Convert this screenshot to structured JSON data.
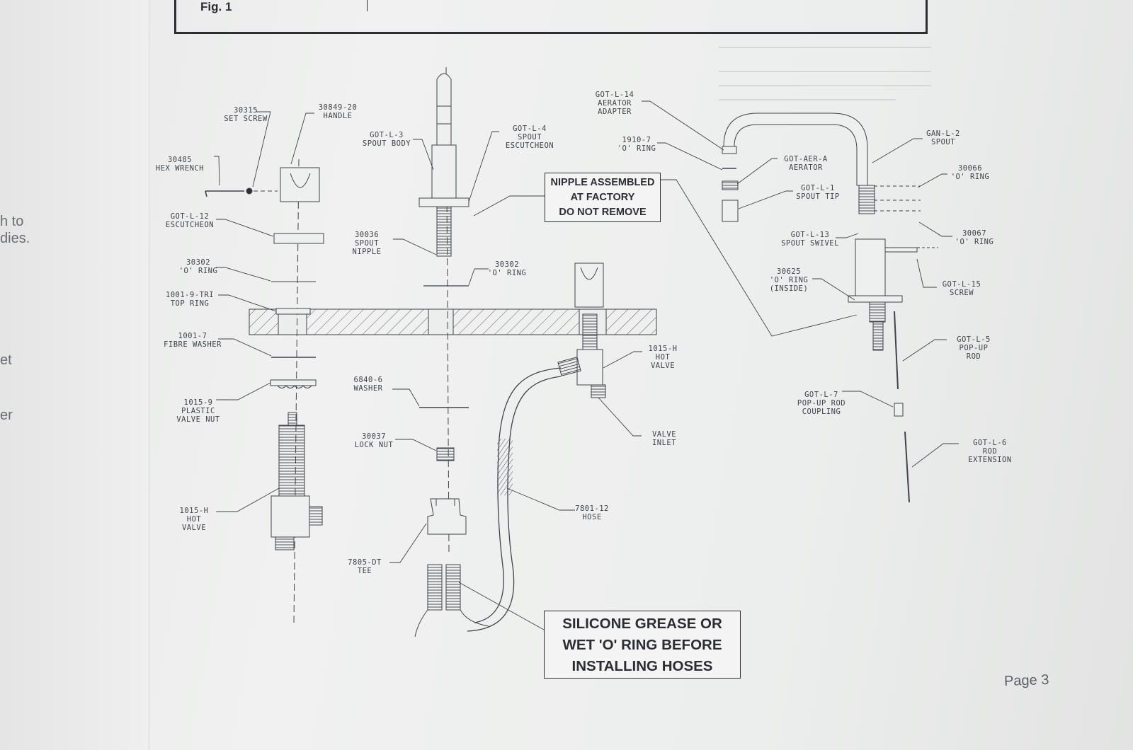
{
  "figure": {
    "label": "Fig. 1"
  },
  "left_page_fragments": [
    "h to",
    "dies.",
    "et",
    "er"
  ],
  "parts": [
    {
      "id": "set-screw",
      "lines": [
        "30315",
        "SET SCREW"
      ]
    },
    {
      "id": "handle",
      "lines": [
        "30849-20",
        "HANDLE"
      ]
    },
    {
      "id": "hex-wrench",
      "lines": [
        "30485",
        "HEX WRENCH"
      ]
    },
    {
      "id": "escutcheon",
      "lines": [
        "GOT-L-12",
        "ESCUTCHEON"
      ]
    },
    {
      "id": "o-ring-30302-left",
      "lines": [
        "30302",
        "'O' RING"
      ]
    },
    {
      "id": "top-ring",
      "lines": [
        "1001-9-TRI",
        "TOP RING"
      ]
    },
    {
      "id": "fibre-washer",
      "lines": [
        "1001-7",
        "FIBRE WASHER"
      ]
    },
    {
      "id": "plastic-valve-nut",
      "lines": [
        "1015-9",
        "PLASTIC",
        "VALVE NUT"
      ]
    },
    {
      "id": "hot-valve-left",
      "lines": [
        "1015-H",
        "HOT",
        "VALVE"
      ]
    },
    {
      "id": "spout-body",
      "lines": [
        "GOT-L-3",
        "SPOUT BODY"
      ]
    },
    {
      "id": "spout-escutcheon",
      "lines": [
        "GOT-L-4",
        "SPOUT",
        "ESCUTCHEON"
      ]
    },
    {
      "id": "spout-nipple",
      "lines": [
        "30036",
        "SPOUT",
        "NIPPLE"
      ]
    },
    {
      "id": "o-ring-30302-mid",
      "lines": [
        "30302",
        "'O' RING"
      ]
    },
    {
      "id": "washer",
      "lines": [
        "6840-6",
        "WASHER"
      ]
    },
    {
      "id": "lock-nut",
      "lines": [
        "30037",
        "LOCK NUT"
      ]
    },
    {
      "id": "tee",
      "lines": [
        "7805-DT",
        "TEE"
      ]
    },
    {
      "id": "hot-valve-right",
      "lines": [
        "1015-H",
        "HOT",
        "VALVE"
      ]
    },
    {
      "id": "valve-inlet",
      "lines": [
        "VALVE",
        "INLET"
      ]
    },
    {
      "id": "hose",
      "lines": [
        "7801-12",
        "HOSE"
      ]
    },
    {
      "id": "aerator-adapter",
      "lines": [
        "GOT-L-14",
        "AERATOR",
        "ADAPTER"
      ]
    },
    {
      "id": "o-ring-1910",
      "lines": [
        "1910-7",
        "'O' RING"
      ]
    },
    {
      "id": "aerator",
      "lines": [
        "GOT-AER-A",
        "AERATOR"
      ]
    },
    {
      "id": "spout-tip",
      "lines": [
        "GOT-L-1",
        "SPOUT TIP"
      ]
    },
    {
      "id": "spout",
      "lines": [
        "GAN-L-2",
        "SPOUT"
      ]
    },
    {
      "id": "o-ring-30066",
      "lines": [
        "30066",
        "'O' RING"
      ]
    },
    {
      "id": "o-ring-30067",
      "lines": [
        "30067",
        "'O' RING"
      ]
    },
    {
      "id": "spout-swivel",
      "lines": [
        "GOT-L-13",
        "SPOUT SWIVEL"
      ]
    },
    {
      "id": "o-ring-inside",
      "lines": [
        "30625",
        "'O' RING",
        "(INSIDE)"
      ]
    },
    {
      "id": "screw",
      "lines": [
        "GOT-L-15",
        "SCREW"
      ]
    },
    {
      "id": "pop-up-rod",
      "lines": [
        "GOT-L-5",
        "POP-UP",
        "ROD"
      ]
    },
    {
      "id": "pop-up-rod-coupling",
      "lines": [
        "GOT-L-7",
        "POP-UP ROD",
        "COUPLING"
      ]
    },
    {
      "id": "rod-extension",
      "lines": [
        "GOT-L-6",
        "ROD",
        "EXTENSION"
      ]
    }
  ],
  "callouts": {
    "nipple": [
      "NIPPLE ASSEMBLED",
      "AT FACTORY",
      "DO NOT REMOVE"
    ],
    "grease": [
      "SILICONE GREASE OR",
      "WET 'O' RING BEFORE",
      "INSTALLING HOSES"
    ]
  },
  "footer": {
    "page": "Page 3"
  }
}
